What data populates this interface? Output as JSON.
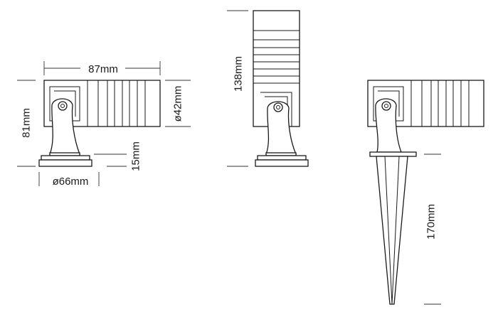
{
  "labels": {
    "head_length": "87mm",
    "head_diameter": "ø42mm",
    "total_height_side": "81mm",
    "base_thickness": "15mm",
    "base_diameter": "ø66mm",
    "vertical_height": "138mm",
    "spike_length": "170mm"
  },
  "views": [
    "side-view-horizontal",
    "side-view-vertical",
    "spike-mount-view"
  ]
}
